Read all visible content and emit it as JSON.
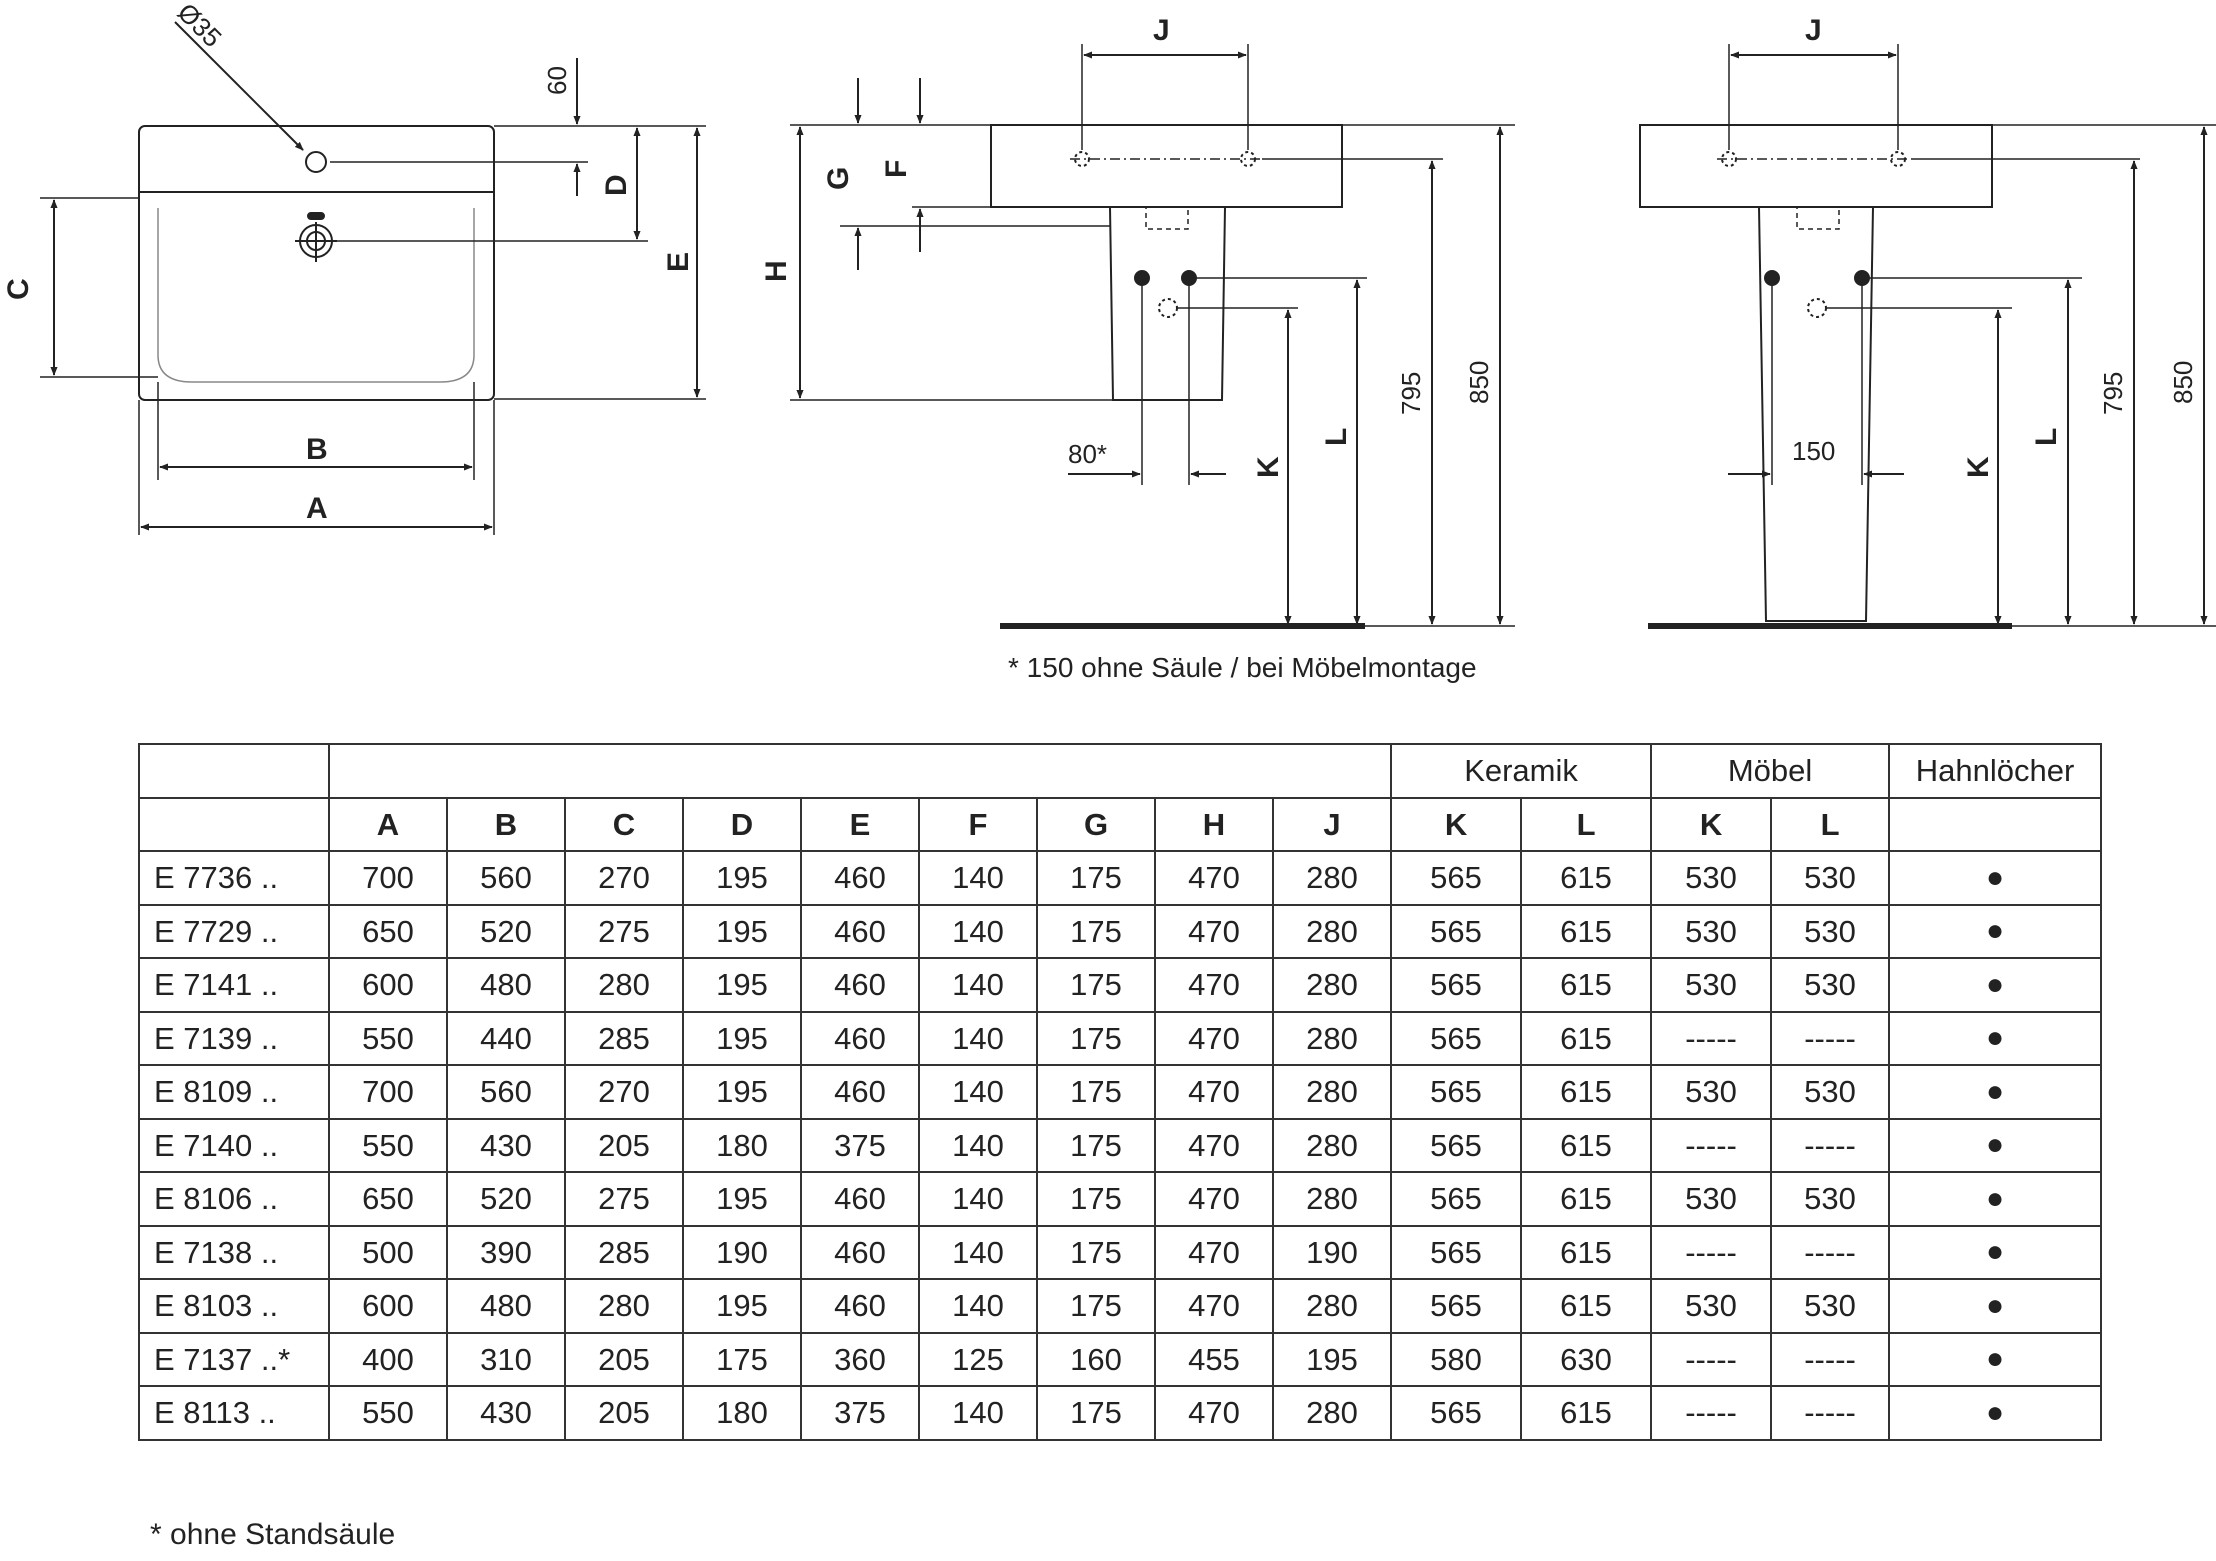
{
  "drawing": {
    "labels": {
      "a": "A",
      "b": "B",
      "c": "C",
      "d": "D",
      "e": "E",
      "f": "F",
      "g": "G",
      "h": "H",
      "j": "J",
      "k": "K",
      "l": "L"
    },
    "dims": {
      "diameter": "Ø35",
      "top_offset": "60",
      "h795": "795",
      "h850": "850",
      "offset80": "80*",
      "w150": "150"
    },
    "footnote": "* 150 ohne Säule / bei Möbelmontage"
  },
  "table": {
    "group_keramik": "Keramik",
    "group_moebel": "Möbel",
    "group_hahn": "Hahnlöcher",
    "columns": [
      "A",
      "B",
      "C",
      "D",
      "E",
      "F",
      "G",
      "H",
      "J",
      "K",
      "L",
      "K",
      "L"
    ],
    "rows": [
      {
        "model": "E 7736 ..",
        "v": [
          "700",
          "560",
          "270",
          "195",
          "460",
          "140",
          "175",
          "470",
          "280",
          "565",
          "615",
          "530",
          "530"
        ],
        "hole": "●"
      },
      {
        "model": "E 7729 ..",
        "v": [
          "650",
          "520",
          "275",
          "195",
          "460",
          "140",
          "175",
          "470",
          "280",
          "565",
          "615",
          "530",
          "530"
        ],
        "hole": "●"
      },
      {
        "model": "E 7141 ..",
        "v": [
          "600",
          "480",
          "280",
          "195",
          "460",
          "140",
          "175",
          "470",
          "280",
          "565",
          "615",
          "530",
          "530"
        ],
        "hole": "●"
      },
      {
        "model": "E 7139 ..",
        "v": [
          "550",
          "440",
          "285",
          "195",
          "460",
          "140",
          "175",
          "470",
          "280",
          "565",
          "615",
          "-----",
          "-----"
        ],
        "hole": "●"
      },
      {
        "model": "E 8109 ..",
        "v": [
          "700",
          "560",
          "270",
          "195",
          "460",
          "140",
          "175",
          "470",
          "280",
          "565",
          "615",
          "530",
          "530"
        ],
        "hole": "●"
      },
      {
        "model": "E 7140 ..",
        "v": [
          "550",
          "430",
          "205",
          "180",
          "375",
          "140",
          "175",
          "470",
          "280",
          "565",
          "615",
          "-----",
          "-----"
        ],
        "hole": "●"
      },
      {
        "model": "E 8106 ..",
        "v": [
          "650",
          "520",
          "275",
          "195",
          "460",
          "140",
          "175",
          "470",
          "280",
          "565",
          "615",
          "530",
          "530"
        ],
        "hole": "●"
      },
      {
        "model": "E 7138 ..",
        "v": [
          "500",
          "390",
          "285",
          "190",
          "460",
          "140",
          "175",
          "470",
          "190",
          "565",
          "615",
          "-----",
          "-----"
        ],
        "hole": "●"
      },
      {
        "model": "E 8103 ..",
        "v": [
          "600",
          "480",
          "280",
          "195",
          "460",
          "140",
          "175",
          "470",
          "280",
          "565",
          "615",
          "530",
          "530"
        ],
        "hole": "●"
      },
      {
        "model": "E 7137 ..*",
        "v": [
          "400",
          "310",
          "205",
          "175",
          "360",
          "125",
          "160",
          "455",
          "195",
          "580",
          "630",
          "-----",
          "-----"
        ],
        "hole": "●"
      },
      {
        "model": "E 8113 ..",
        "v": [
          "550",
          "430",
          "205",
          "180",
          "375",
          "140",
          "175",
          "470",
          "280",
          "565",
          "615",
          "-----",
          "-----"
        ],
        "hole": "●"
      }
    ],
    "footnote": "* ohne Standsäule"
  }
}
